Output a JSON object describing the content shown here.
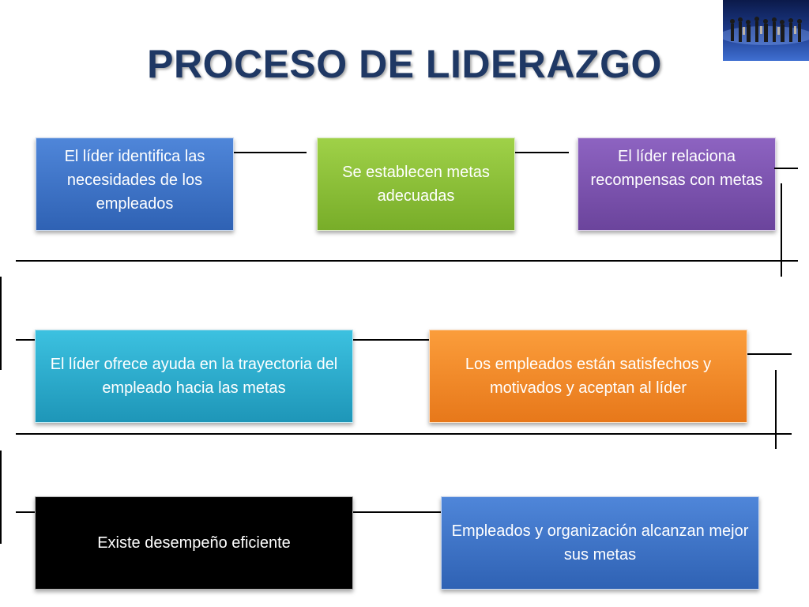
{
  "slide": {
    "title": "PROCESO DE LIDERAZGO"
  },
  "diagram": {
    "row1": [
      "El líder identifica las necesidades de los empleados",
      "Se establecen metas adecuadas",
      "El líder relaciona recompensas con metas"
    ],
    "row2": [
      "El líder ofrece ayuda en la trayectoria del empleado hacia las metas",
      "Los empleados están satisfechos y motivados y aceptan al líder"
    ],
    "row3": [
      "Existe desempeño eficiente",
      "Empleados y organización alcanzan mejor sus metas"
    ]
  },
  "colors": {
    "title": "#1f3864",
    "blue": "#3a6fc4",
    "green": "#8cc23a",
    "purple": "#7a52ae",
    "teal": "#2eaed0",
    "orange": "#f28a28",
    "black": "#000000"
  },
  "decor": {
    "corner_image": "crowd-photo"
  }
}
